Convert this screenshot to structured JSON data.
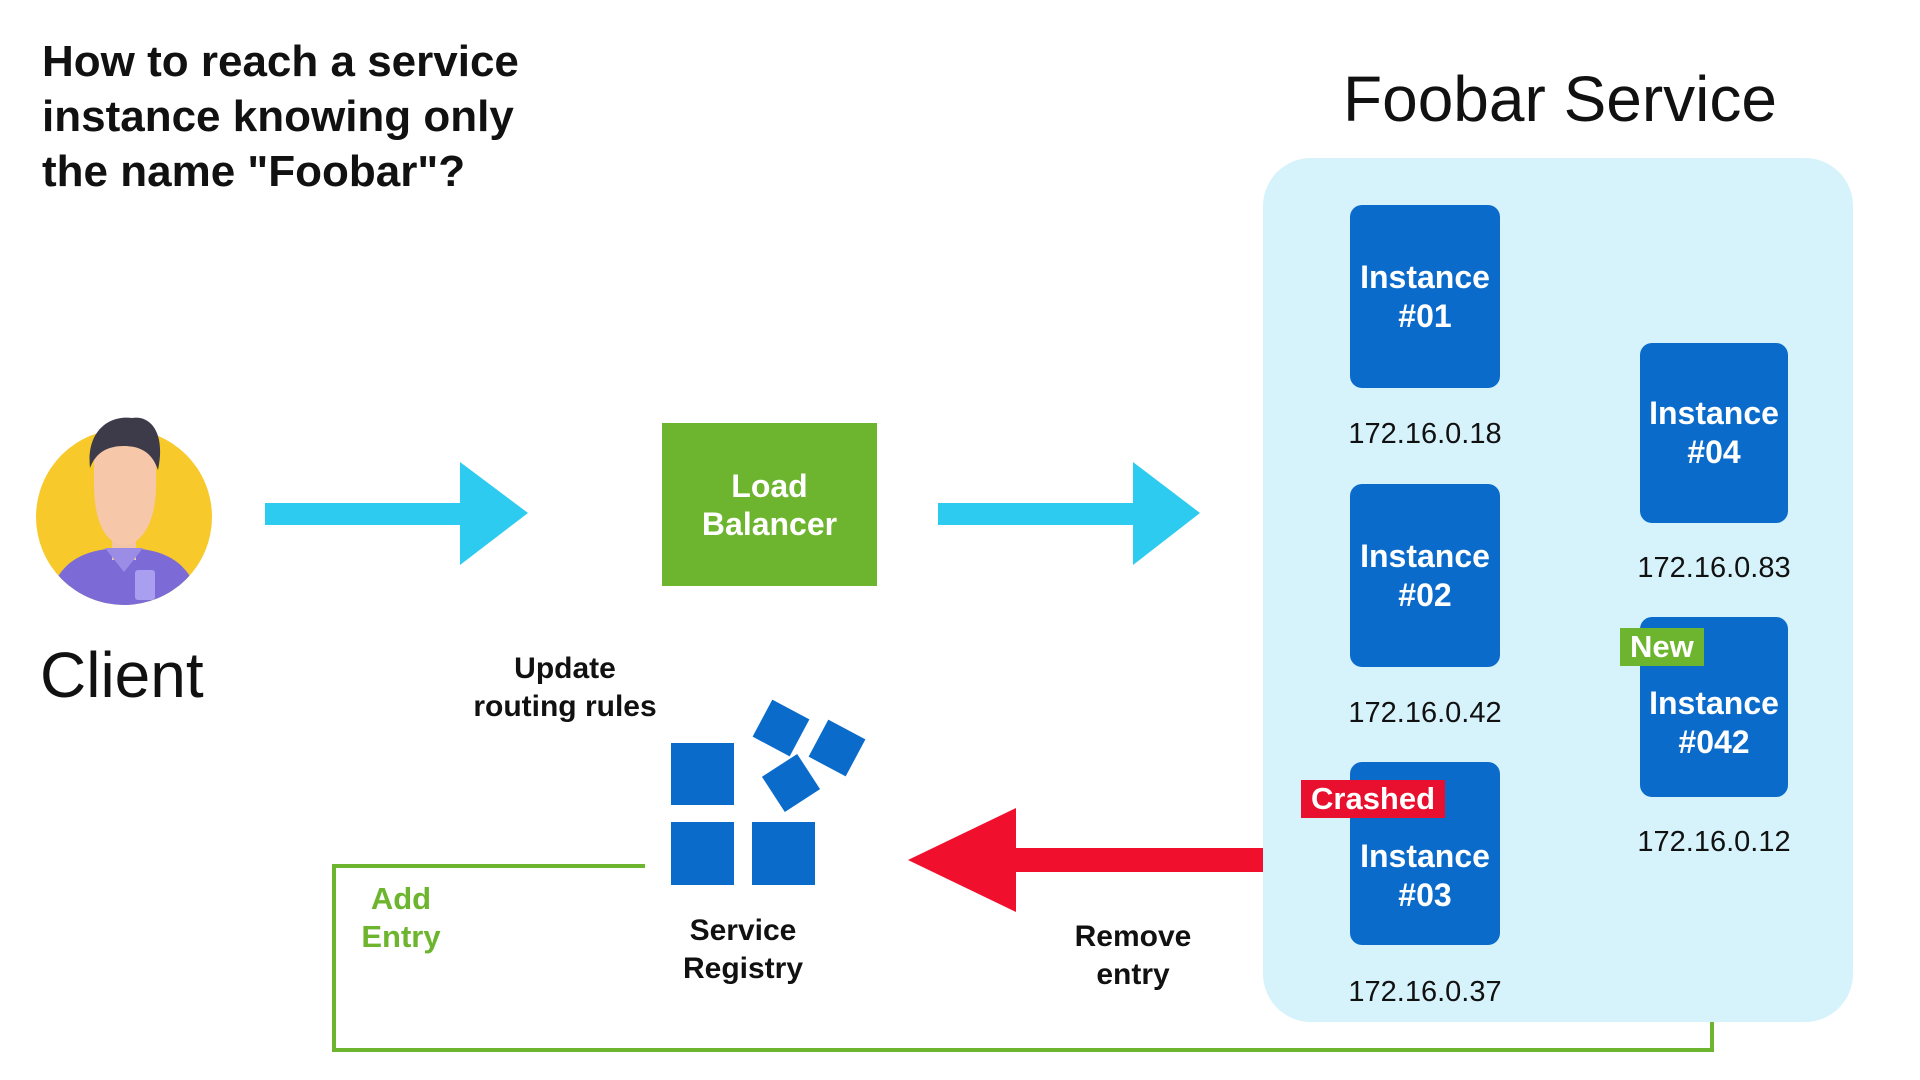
{
  "question": {
    "lines": [
      "How to reach a service",
      "instance knowing only",
      "the name \"Foobar\"?"
    ]
  },
  "client": {
    "label": "Client",
    "icon": "person-avatar-icon"
  },
  "load_balancer": {
    "line1": "Load",
    "line2": "Balancer"
  },
  "update_rules": {
    "line1": "Update",
    "line2": "routing rules"
  },
  "registry": {
    "line1": "Service",
    "line2": "Registry",
    "icon": "service-registry-icon"
  },
  "remove_entry": {
    "line1": "Remove",
    "line2": "entry"
  },
  "add_entry": {
    "line1": "Add",
    "line2": "Entry"
  },
  "service": {
    "title": "Foobar Service",
    "instances": [
      {
        "line1": "Instance",
        "line2": "#01",
        "ip": "172.16.0.18"
      },
      {
        "line1": "Instance",
        "line2": "#02",
        "ip": "172.16.0.42"
      },
      {
        "line1": "Instance",
        "line2": "#03",
        "ip": "172.16.0.37",
        "tag": "Crashed"
      },
      {
        "line1": "Instance",
        "line2": "#04",
        "ip": "172.16.0.83"
      },
      {
        "line1": "Instance",
        "line2": "#042",
        "ip": "172.16.0.12",
        "tag": "New"
      }
    ]
  },
  "colors": {
    "flow_arrow": "#2dcbef",
    "remove_arrow": "#f0102e",
    "add_line": "#6db52f",
    "instance": "#0b6bcb",
    "load_balancer": "#6db52f",
    "panel": "#d6f3fb",
    "registry": "#0b6bcb"
  }
}
